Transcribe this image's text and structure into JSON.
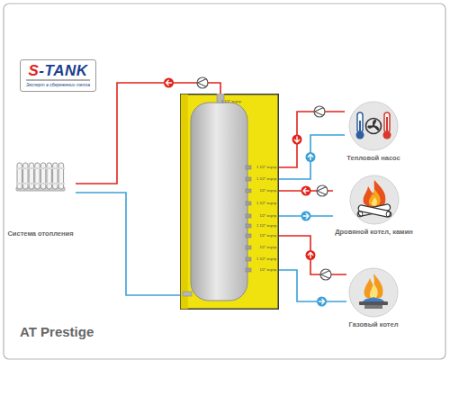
{
  "diagram": {
    "title": "AT Prestige",
    "nodes": [
      {
        "text": [
          "S-TANK",
          "Эксперт в сбережении тепла"
        ]
      },
      {
        "text": [
          "1 1/2\" внутр.",
          "1 1/2\" внутр.",
          "1 1/2\" внутр.",
          "1/2\" внутр.",
          "1 1/2\" внутр.",
          "1/2\" внутр.",
          "1 1/2\" внутр.",
          "1/2\" внутр.",
          "1/2\" внутр.",
          "1 1/2\" внутр.",
          "1/2\" внутр."
        ]
      },
      {
        "text": [
          "Система отопления"
        ]
      },
      {
        "text": [
          "Тепловой насос"
        ]
      },
      {
        "text": [
          "Дровяной котел, камин"
        ]
      },
      {
        "text": [
          "Газовый котел"
        ]
      }
    ],
    "edges": [
      {
        "from": 1,
        "to": 2,
        "arrow": "to"
      },
      {
        "from": 2,
        "to": 1,
        "arrow": "none"
      },
      {
        "from": 3,
        "to": 1,
        "arrow": "to"
      },
      {
        "from": 1,
        "to": 3,
        "arrow": "to"
      },
      {
        "from": 4,
        "to": 1,
        "arrow": "to"
      },
      {
        "from": 1,
        "to": 4,
        "arrow": "to"
      },
      {
        "from": 5,
        "to": 1,
        "arrow": "to"
      },
      {
        "from": 1,
        "to": 5,
        "arrow": "to"
      }
    ]
  }
}
